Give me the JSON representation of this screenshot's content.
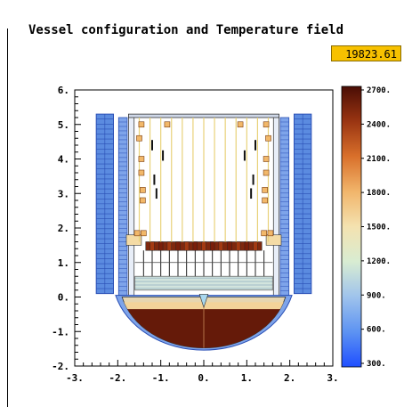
{
  "title": "Vessel configuration and Temperature field",
  "time_value": "19823.61",
  "chart_data": {
    "type": "heatmap",
    "title": "Vessel configuration and Temperature field",
    "xlim": [
      -3,
      3
    ],
    "ylim": [
      -2,
      6
    ],
    "x_ticks": [
      "-3.",
      "-2.",
      "-1.",
      "0.",
      "1.",
      "2.",
      "3."
    ],
    "y_ticks": [
      "-2.",
      "-1.",
      "0.",
      "1.",
      "2.",
      "3.",
      "4.",
      "5.",
      "6."
    ],
    "colorbar": {
      "min": 300,
      "max": 2700,
      "labels": [
        "2700.",
        "2400.",
        "2100.",
        "1800.",
        "1500.",
        "1200.",
        "900.",
        "600.",
        "300."
      ]
    },
    "regions": [
      {
        "name": "outer-left-column",
        "x": [
          -2.5,
          -2.1
        ],
        "y": [
          0.1,
          5.3
        ],
        "temp": 300
      },
      {
        "name": "outer-right-column",
        "x": [
          2.1,
          2.5
        ],
        "y": [
          0.1,
          5.3
        ],
        "temp": 300
      },
      {
        "name": "debris-pool",
        "x": [
          -2.0,
          2.0
        ],
        "y": [
          -2.0,
          -0.35
        ],
        "temp": 2600
      },
      {
        "name": "debris-crust-top",
        "x": [
          -2.0,
          2.0
        ],
        "y": [
          -0.35,
          -0.15
        ],
        "temp": 1600
      },
      {
        "name": "core-support-hot-layer",
        "x": [
          -1.35,
          1.35
        ],
        "y": [
          1.35,
          1.6
        ],
        "temp": 2500
      },
      {
        "name": "core-plate-left",
        "x": [
          -1.8,
          -1.45
        ],
        "y": [
          1.5,
          1.8
        ],
        "temp": 1550
      },
      {
        "name": "core-plate-right",
        "x": [
          1.45,
          1.8
        ],
        "y": [
          1.5,
          1.8
        ],
        "temp": 1550
      }
    ]
  }
}
